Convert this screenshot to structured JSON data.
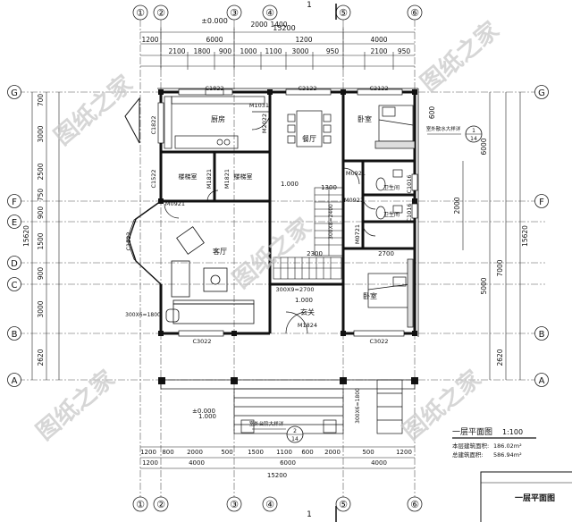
{
  "axis_top": {
    "labels": [
      "①",
      "②",
      "③",
      "④",
      "⑤",
      "⑥"
    ],
    "dims_outer": [
      "1200",
      "6000",
      "4000",
      "1200"
    ],
    "total": "15200",
    "dims_inner": [
      "2100",
      "1800",
      "900",
      "1000",
      "1100",
      "3000",
      "950",
      "2100",
      "950"
    ],
    "pluses": [
      "±0.000",
      "2000",
      "1400"
    ]
  },
  "axis_bottom": {
    "labels": [
      "①",
      "②",
      "③",
      "④",
      "⑤",
      "⑥"
    ],
    "dims_detail": [
      "1200",
      "800",
      "2000",
      "500",
      "1500",
      "1100",
      "600",
      "2000",
      "500",
      "1200"
    ],
    "dims_outer": [
      "1200",
      "4000",
      "6000",
      "4000"
    ],
    "total": "15200"
  },
  "axis_left": {
    "labels": [
      "G",
      "F",
      "E",
      "D",
      "C",
      "B",
      "A"
    ],
    "total": "15620",
    "dims": [
      "700",
      "3000",
      "2500",
      "750",
      "900",
      "1500",
      "900",
      "3000",
      "2620"
    ]
  },
  "axis_right": {
    "labels": [
      "G",
      "F",
      "B",
      "A"
    ],
    "total": "15620",
    "dims": [
      "6000",
      "7000",
      "2620",
      "2000",
      "5000",
      "600"
    ]
  },
  "rooms": {
    "kitchen": "厨房",
    "dining": "餐厅",
    "bedroom_top": "卧室",
    "bathroom_top": "卫生间",
    "bathroom_2": "卫生间",
    "stair_room_1": "楼梯室",
    "stair_room_2": "楼梯室",
    "living": "客厅",
    "entrance": "玄关",
    "bedroom_bottom": "卧室"
  },
  "labels": {
    "c1822_top": "C1822",
    "m1031": "M1031",
    "c2122_a": "C2122",
    "c2122_b": "C2122",
    "c1822_left": "C1822",
    "m2022": "M2022",
    "m0921_a": "M0921",
    "m0921_b": "M0921",
    "m0921_c": "M0921",
    "m1821_a": "M1821",
    "m1821_b": "M1821",
    "c1522_a": "C1522",
    "c1522_b": "C1522",
    "c1016_a": "C1016",
    "c1016_b": "C1016",
    "m0721": "M0721",
    "m1824": "M1824",
    "c3022_a": "C3022",
    "c3022_b": "C3022",
    "level_1000_a": "1.000",
    "level_1000_b": "1.000",
    "level_1000_c": "1.000",
    "level_0": "±0.000",
    "stair_dim": "300X9=2700",
    "stair_dim2": "300X8=2400",
    "outdoor_stair": "室外台阶大样详",
    "outdoor_stair_sym": "2",
    "outdoor_stair_sym2": "14",
    "window_detail": "室外散水大样详",
    "window_sym": "1",
    "window_sym2": "14",
    "bay_dim": "300X6=1800",
    "bay_dim2": "300X6=1800",
    "dim_2700": "2700",
    "dim_2300": "2300",
    "dim_1300": "1300"
  },
  "title": {
    "name": "一层平面图",
    "scale": "1:100",
    "area_label_1": "本层建筑面积:",
    "area_value_1": "186.02m²",
    "area_label_2": "总建筑面积:",
    "area_value_2": "586.94m²",
    "titleblock": "一层平面图"
  },
  "section_marks": [
    "1",
    "1"
  ],
  "watermark": "图纸之家"
}
